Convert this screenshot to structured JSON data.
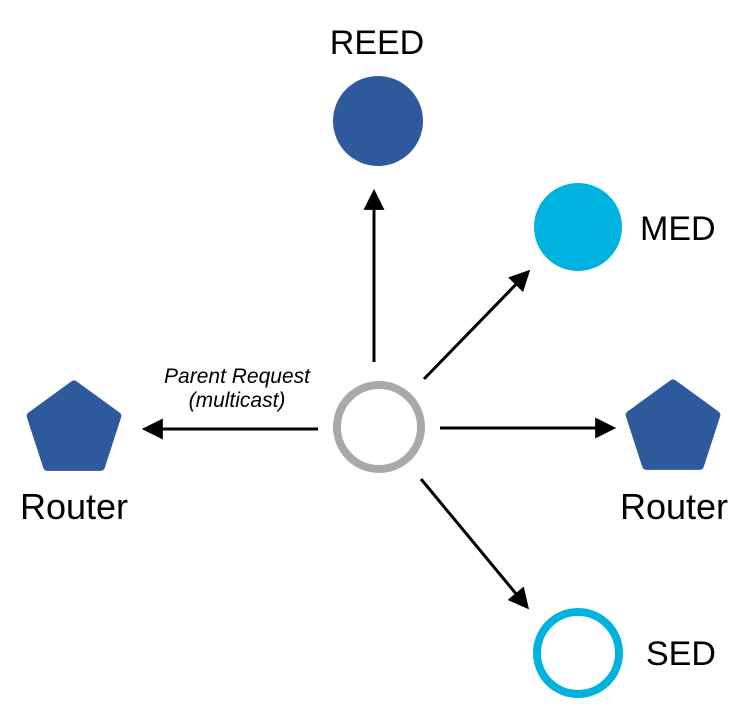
{
  "diagram": {
    "nodes": {
      "reed": {
        "label": "REED",
        "shape": "filled-circle"
      },
      "med": {
        "label": "MED",
        "shape": "filled-circle"
      },
      "sed": {
        "label": "SED",
        "shape": "outlined-circle"
      },
      "router_left": {
        "label": "Router",
        "shape": "pentagon"
      },
      "router_right": {
        "label": "Router",
        "shape": "pentagon"
      },
      "center": {
        "shape": "outlined-circle"
      }
    },
    "annotation": {
      "line1": "Parent Request",
      "line2": "(multicast)"
    }
  },
  "colors": {
    "node_blue": "#2e5a9d",
    "node_cyan": "#00b2de",
    "center_gray": "#a9a9a9",
    "arrow_black": "#000000",
    "text_black": "#000000",
    "background": "#ffffff"
  }
}
